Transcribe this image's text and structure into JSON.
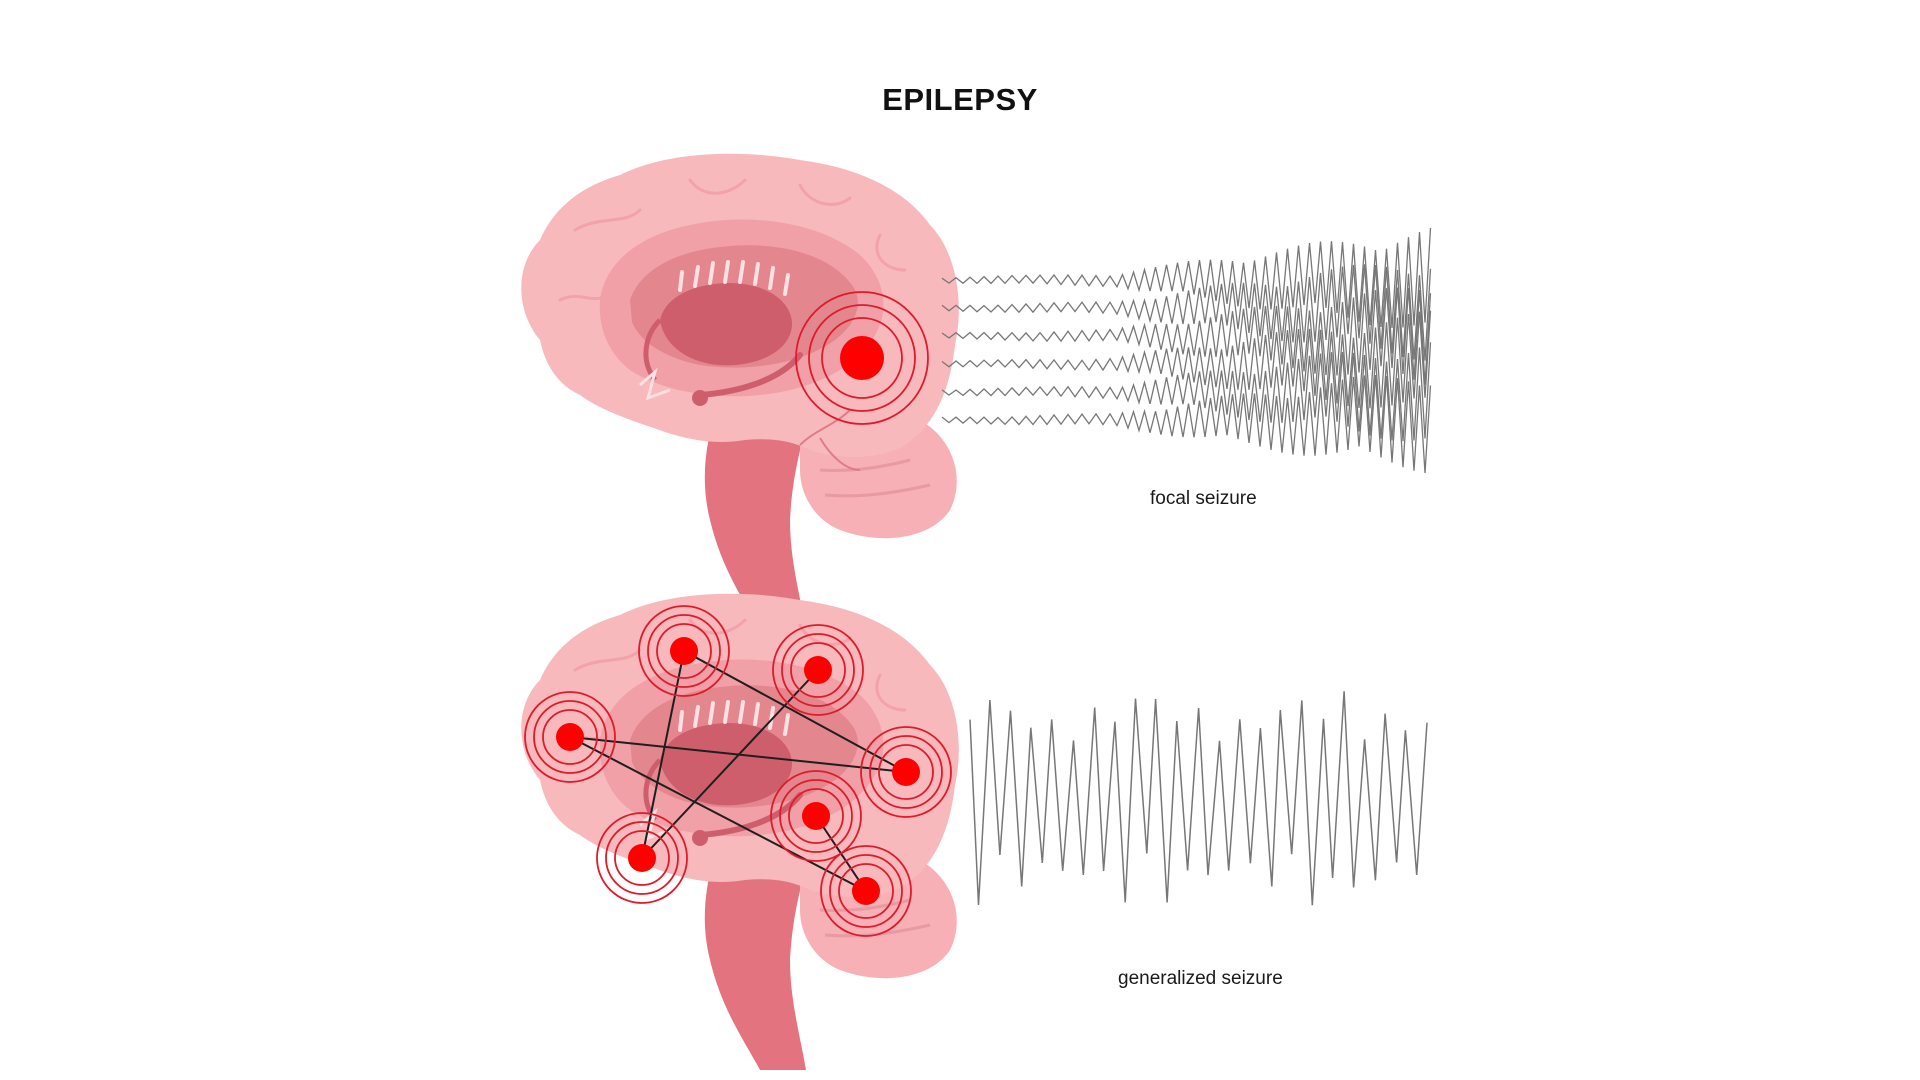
{
  "title": "EPILEPSY",
  "panels": [
    {
      "caption": "focal seizure"
    },
    {
      "caption": "generalized seizure"
    }
  ],
  "colors": {
    "brain_light": "#f8b9bd",
    "brain_mid": "#f0a0a6",
    "brain_inner": "#e4868e",
    "brain_deep": "#cf5e6d",
    "brainstem": "#e3737f",
    "seizure_focus": "#ff0000",
    "seizure_ring": "#e01a2a",
    "connection_line": "#1e1e1e",
    "eeg_wave": "#777777",
    "background": "#ffffff"
  }
}
